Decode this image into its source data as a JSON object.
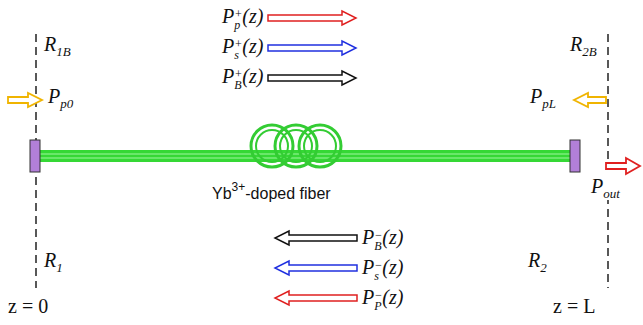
{
  "diagram": {
    "labels": [
      "P",
      "+",
      "p",
      "(z)",
      "P",
      "+",
      "s",
      "(z)",
      "P",
      "+",
      "B",
      "(z)",
      "R",
      "1B",
      "P",
      "p0",
      "R",
      "2B",
      "P",
      "pL",
      "Yb",
      "3+",
      "-doped fiber",
      "P",
      "out",
      "P",
      "−",
      "B",
      "(z)",
      "P",
      "−",
      "s",
      "(z)",
      "P",
      "−",
      "P",
      "(z)",
      "R",
      "1",
      "R",
      "2",
      "z = 0",
      "z = L"
    ]
  }
}
